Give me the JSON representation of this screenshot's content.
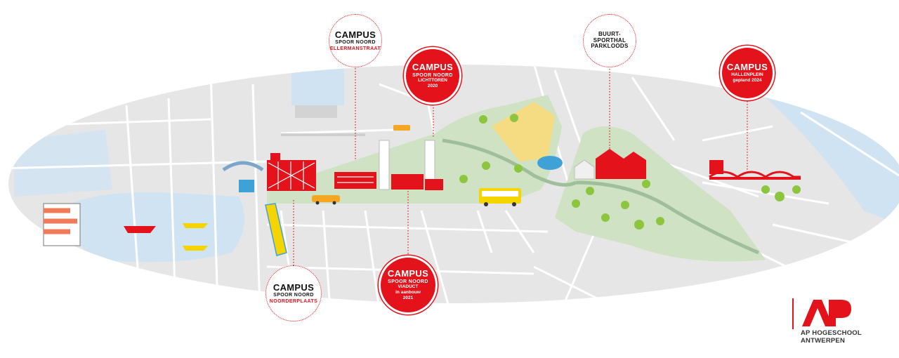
{
  "callouts": {
    "ellermanstraat": {
      "title": "CAMPUS",
      "sub": "SPOOR NOORD",
      "line": "ELLERMANSTRAAT"
    },
    "lichttoren": {
      "title": "CAMPUS",
      "sub": "SPOOR NOORD",
      "line": "LICHTTOREN",
      "line2": "2020"
    },
    "sporthal": {
      "title": "BUURT-",
      "sub": "SPORTHAL",
      "line": "PARKLOODS"
    },
    "hallenplein": {
      "title": "CAMPUS",
      "sub": "HALLENPLEIN",
      "line": "gepland 2024"
    },
    "noorderplaats": {
      "title": "CAMPUS",
      "sub": "SPOOR NOORD",
      "line": "NOORDERPLAATS"
    },
    "viaduct": {
      "title": "CAMPUS",
      "sub": "SPOOR NOORD",
      "line": "VIADUCT",
      "line2": "in aanbouw",
      "line3": "2021"
    }
  },
  "logo": {
    "mark": "AP",
    "line1": "AP HOGESCHOOL",
    "line2": "ANTWERPEN"
  },
  "colors": {
    "brand_red": "#e3121b",
    "map_grey": "#e6e6e6",
    "park_green": "#cfe2c3",
    "water_blue": "#cfe3f2"
  }
}
